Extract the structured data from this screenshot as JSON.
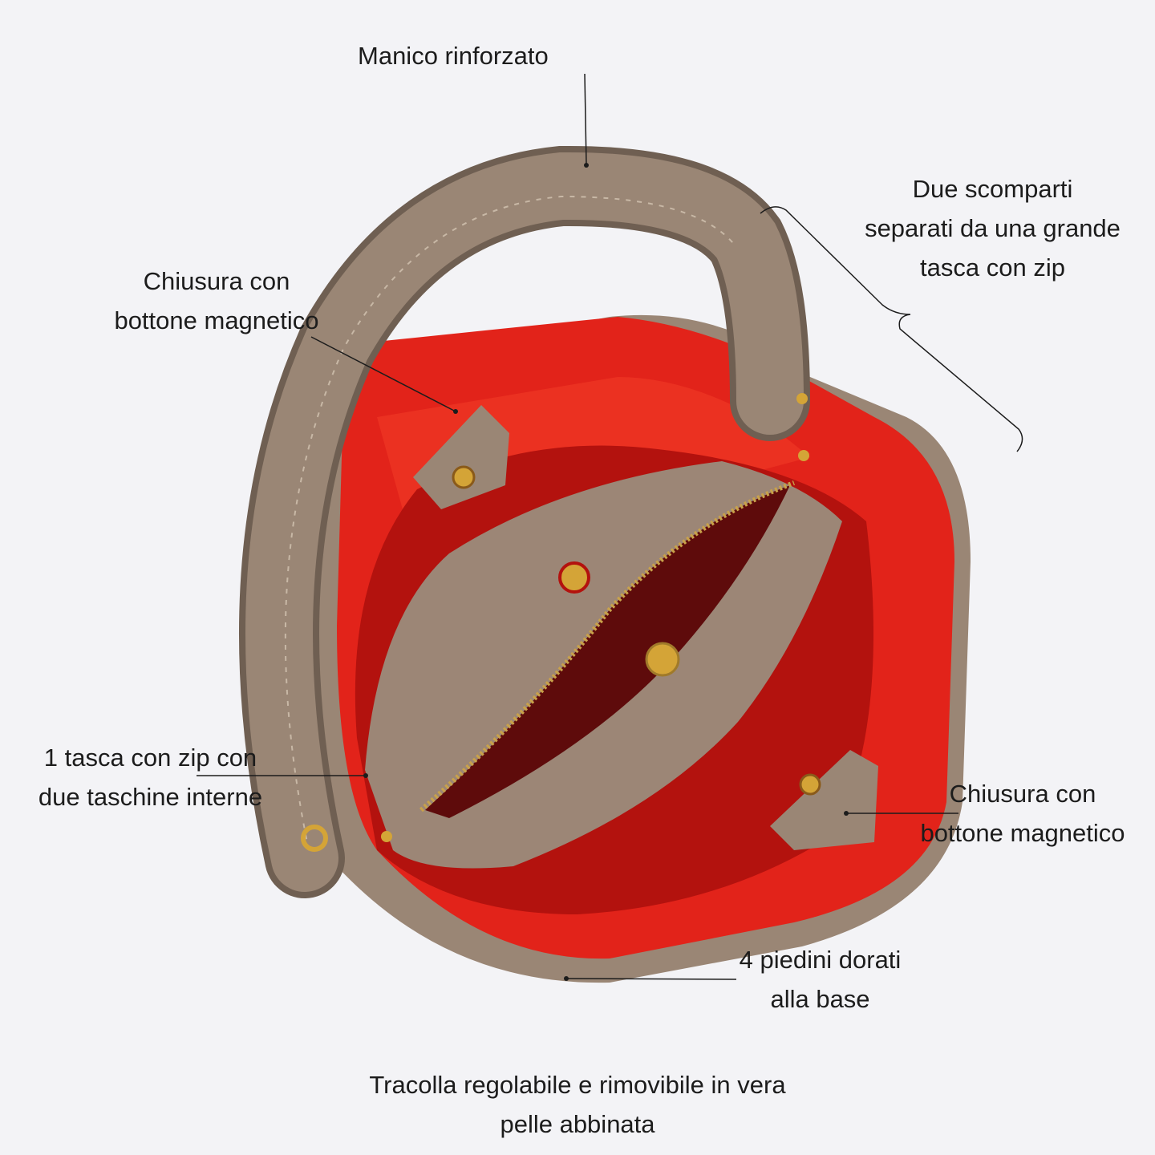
{
  "colors": {
    "background": "#f3f3f6",
    "leather": "#9a8675",
    "leather_dark": "#6f5f52",
    "lining_red": "#e2231a",
    "lining_dark": "#b3120e",
    "gold": "#d4a437",
    "text": "#1c1c1c"
  },
  "annotations": {
    "handle": {
      "text": "Manico rinforzato"
    },
    "compartments": {
      "lines": [
        "Due scomparti",
        "separati da una grande",
        "tasca con zip"
      ]
    },
    "closure_left": {
      "lines": [
        "Chiusura con",
        "bottone magnetico"
      ]
    },
    "zip_pocket": {
      "lines": [
        "1 tasca con zip con",
        "due taschine interne"
      ]
    },
    "closure_right": {
      "lines": [
        "Chiusura con",
        "bottone magnetico"
      ]
    },
    "feet": {
      "lines": [
        "4 piedini dorati",
        "alla base"
      ]
    },
    "strap": {
      "lines": [
        "Tracolla regolabile e rimovibile in vera",
        "pelle abbinata"
      ]
    }
  }
}
